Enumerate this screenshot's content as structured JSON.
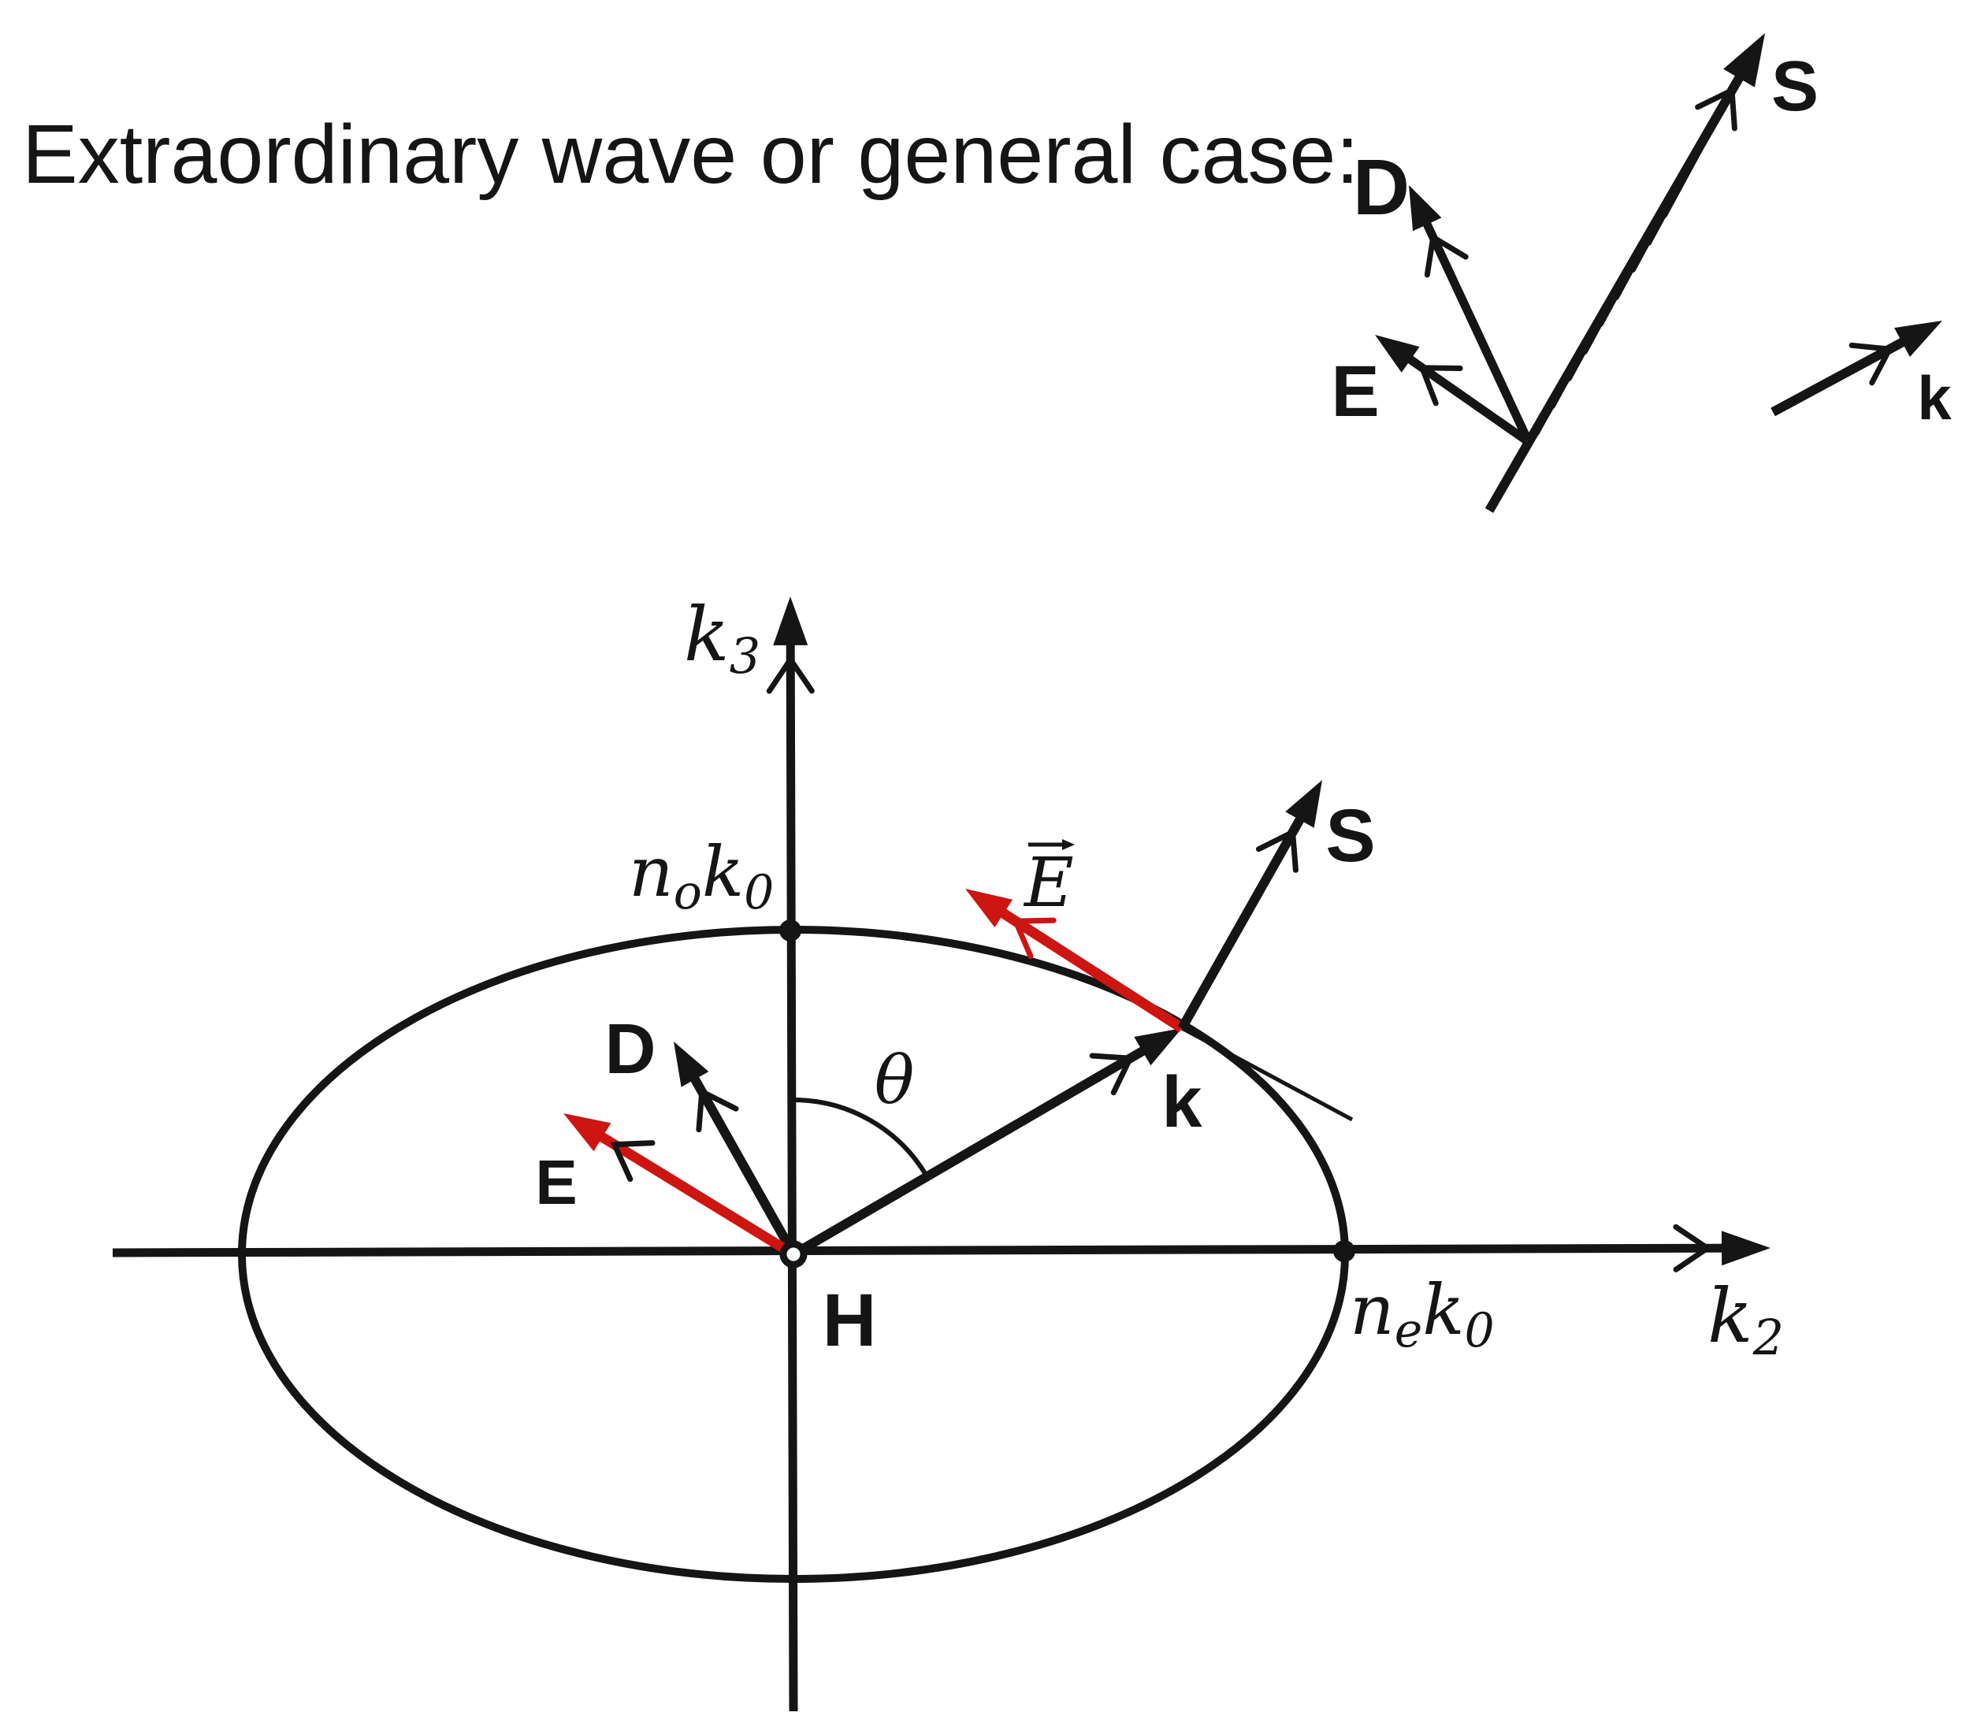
{
  "title": "Extraordinary wave or general case:",
  "colors": {
    "ink": "#151515",
    "red": "#cd1512"
  },
  "inset": {
    "s_label": "S",
    "d_label": "D",
    "e_label": "E",
    "k_label": "k"
  },
  "main": {
    "axis_vertical": {
      "base": "k",
      "sub": "3"
    },
    "axis_horizontal": {
      "base": "k",
      "sub": "2"
    },
    "ordinary_intercept": {
      "n": "n",
      "n_sub": "o",
      "k": "k",
      "k_sub": "0"
    },
    "extraordinary_intercept": {
      "n": "n",
      "n_sub": "e",
      "k": "k",
      "k_sub": "0"
    },
    "origin_label": "H",
    "d_label": "D",
    "e_label": "E",
    "s_label": "S",
    "k_label": "k",
    "theta_label": "θ",
    "e_field_label": "E"
  }
}
